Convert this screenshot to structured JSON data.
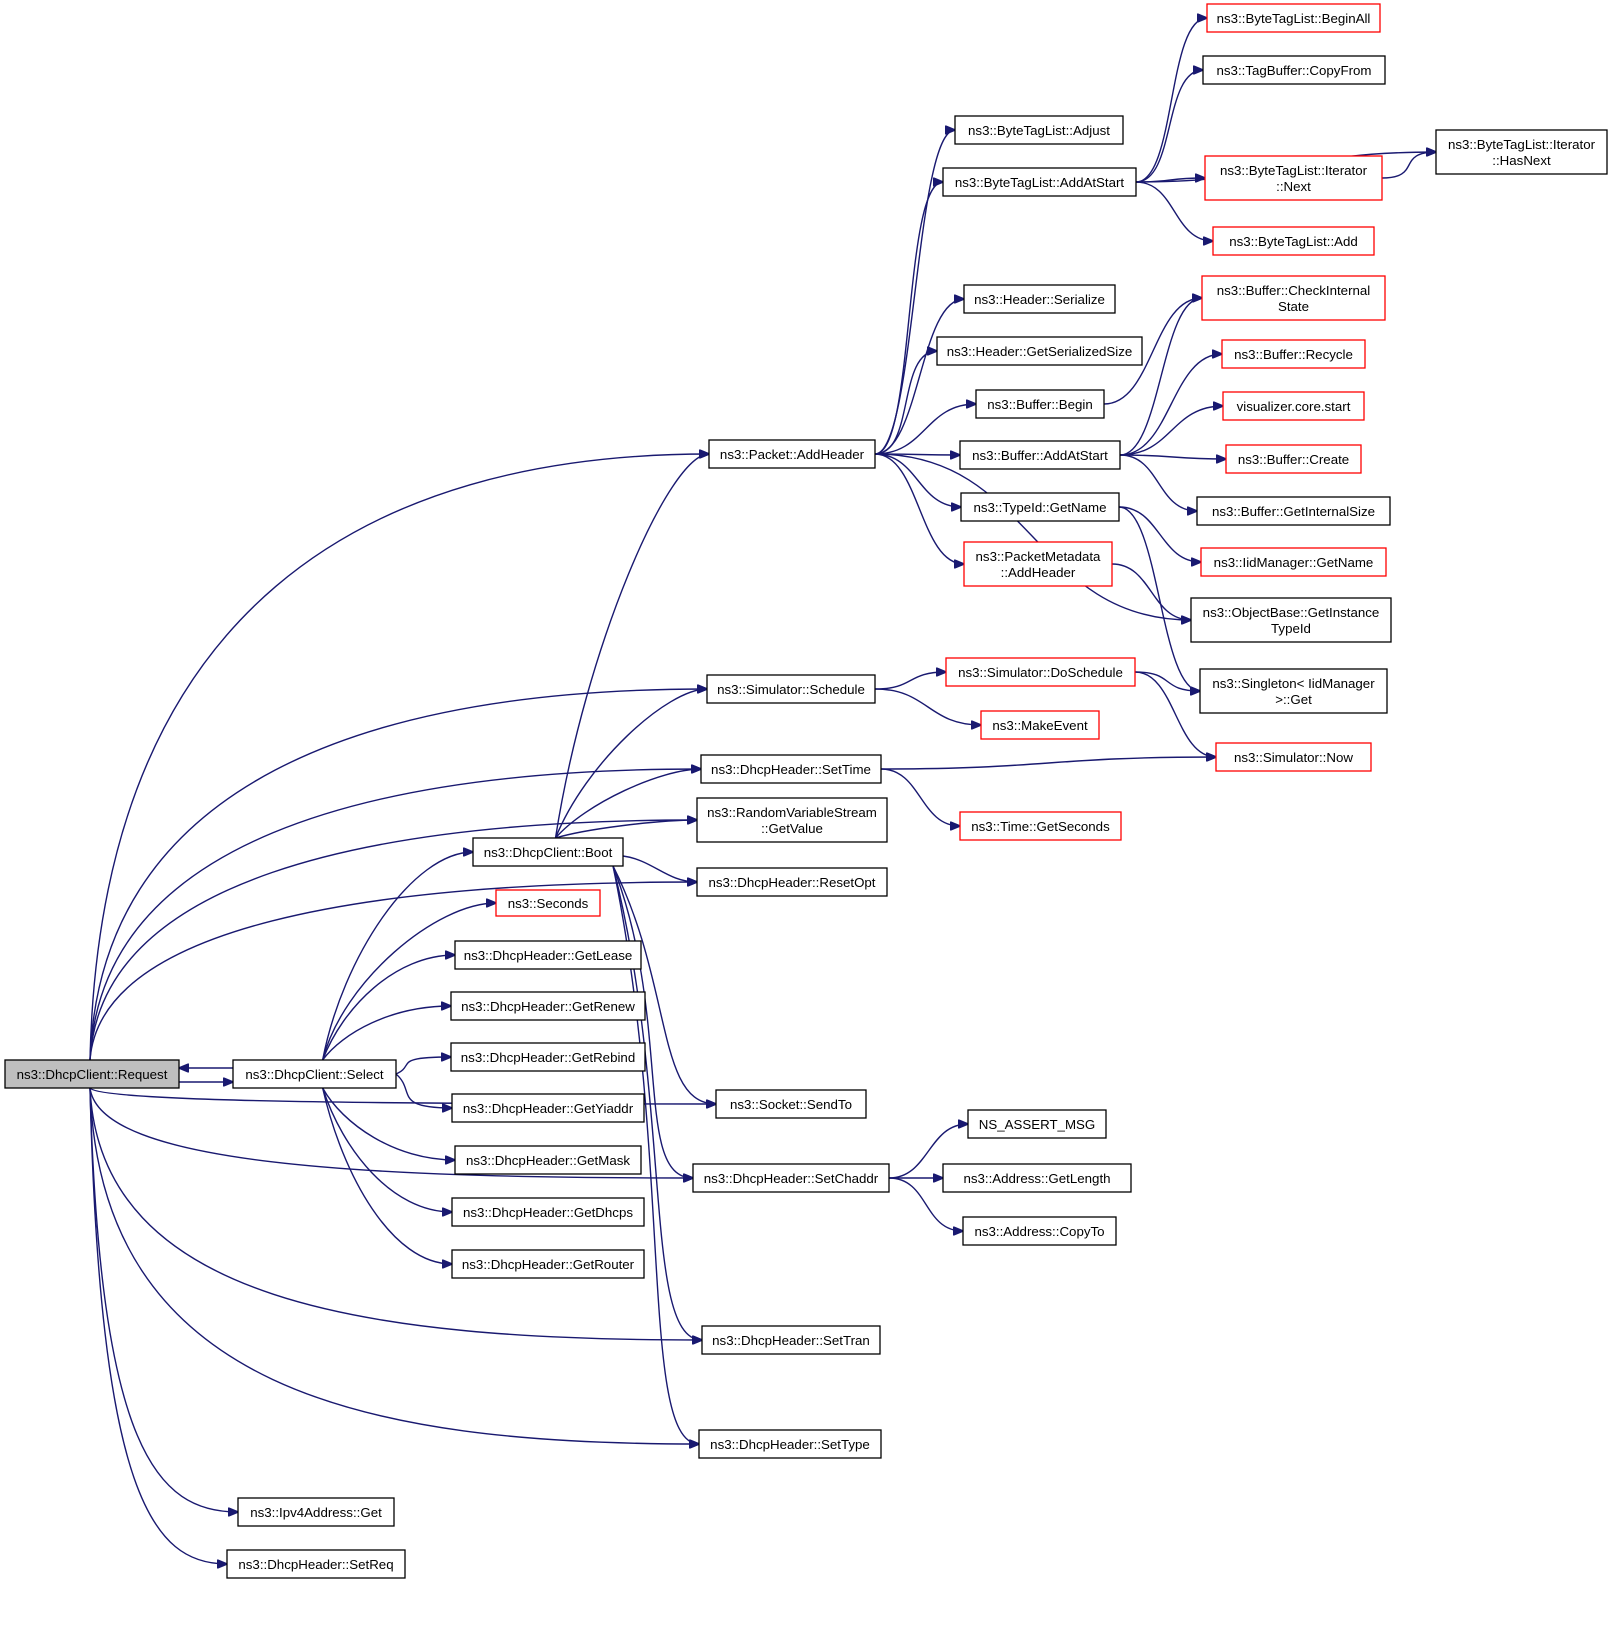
{
  "colors": {
    "edge": "#191970",
    "border": "#000000",
    "truncated_border": "#ff0000",
    "root_fill": "#bfbfbf",
    "background": "#ffffff"
  },
  "nodes": {
    "request": {
      "label": [
        "ns3::DhcpClient::Request"
      ],
      "style": "root"
    },
    "select": {
      "label": [
        "ns3::DhcpClient::Select"
      ],
      "style": "normal"
    },
    "boot": {
      "label": [
        "ns3::DhcpClient::Boot"
      ],
      "style": "normal"
    },
    "seconds": {
      "label": [
        "ns3::Seconds"
      ],
      "style": "red"
    },
    "getlease": {
      "label": [
        "ns3::DhcpHeader::GetLease"
      ],
      "style": "normal"
    },
    "getrenew": {
      "label": [
        "ns3::DhcpHeader::GetRenew"
      ],
      "style": "normal"
    },
    "getrebind": {
      "label": [
        "ns3::DhcpHeader::GetRebind"
      ],
      "style": "normal"
    },
    "getyiaddr": {
      "label": [
        "ns3::DhcpHeader::GetYiaddr"
      ],
      "style": "normal"
    },
    "getmask": {
      "label": [
        "ns3::DhcpHeader::GetMask"
      ],
      "style": "normal"
    },
    "getdhcps": {
      "label": [
        "ns3::DhcpHeader::GetDhcps"
      ],
      "style": "normal"
    },
    "getrouter": {
      "label": [
        "ns3::DhcpHeader::GetRouter"
      ],
      "style": "normal"
    },
    "ipv4get": {
      "label": [
        "ns3::Ipv4Address::Get"
      ],
      "style": "normal"
    },
    "setreq": {
      "label": [
        "ns3::DhcpHeader::SetReq"
      ],
      "style": "normal"
    },
    "addheader": {
      "label": [
        "ns3::Packet::AddHeader"
      ],
      "style": "normal"
    },
    "schedule": {
      "label": [
        "ns3::Simulator::Schedule"
      ],
      "style": "normal"
    },
    "settime": {
      "label": [
        "ns3::DhcpHeader::SetTime"
      ],
      "style": "normal"
    },
    "getvalue": {
      "label": [
        "ns3::RandomVariableStream",
        "::GetValue"
      ],
      "style": "normal"
    },
    "resetopt": {
      "label": [
        "ns3::DhcpHeader::ResetOpt"
      ],
      "style": "normal"
    },
    "sendto": {
      "label": [
        "ns3::Socket::SendTo"
      ],
      "style": "normal"
    },
    "setchaddr": {
      "label": [
        "ns3::DhcpHeader::SetChaddr"
      ],
      "style": "normal"
    },
    "settran": {
      "label": [
        "ns3::DhcpHeader::SetTran"
      ],
      "style": "normal"
    },
    "settype": {
      "label": [
        "ns3::DhcpHeader::SetType"
      ],
      "style": "normal"
    },
    "adjust": {
      "label": [
        "ns3::ByteTagList::Adjust"
      ],
      "style": "normal"
    },
    "addatstart_btl": {
      "label": [
        "ns3::ByteTagList::AddAtStart"
      ],
      "style": "normal"
    },
    "serialize": {
      "label": [
        "ns3::Header::Serialize"
      ],
      "style": "normal"
    },
    "getserializedsize": {
      "label": [
        "ns3::Header::GetSerializedSize"
      ],
      "style": "normal"
    },
    "buffer_begin": {
      "label": [
        "ns3::Buffer::Begin"
      ],
      "style": "normal"
    },
    "buffer_addatstart": {
      "label": [
        "ns3::Buffer::AddAtStart"
      ],
      "style": "normal"
    },
    "typeid_getname": {
      "label": [
        "ns3::TypeId::GetName"
      ],
      "style": "normal"
    },
    "pm_addheader": {
      "label": [
        "ns3::PacketMetadata",
        "::AddHeader"
      ],
      "style": "red"
    },
    "doschedule": {
      "label": [
        "ns3::Simulator::DoSchedule"
      ],
      "style": "red"
    },
    "makeevent": {
      "label": [
        "ns3::MakeEvent"
      ],
      "style": "red"
    },
    "time_getseconds": {
      "label": [
        "ns3::Time::GetSeconds"
      ],
      "style": "red"
    },
    "ns_assert_msg": {
      "label": [
        "NS_ASSERT_MSG"
      ],
      "style": "normal"
    },
    "address_getlength": {
      "label": [
        "ns3::Address::GetLength"
      ],
      "style": "normal"
    },
    "address_copyto": {
      "label": [
        "ns3::Address::CopyTo"
      ],
      "style": "normal"
    },
    "beginall": {
      "label": [
        "ns3::ByteTagList::BeginAll"
      ],
      "style": "red"
    },
    "copyfrom": {
      "label": [
        "ns3::TagBuffer::CopyFrom"
      ],
      "style": "normal"
    },
    "iter_next": {
      "label": [
        "ns3::ByteTagList::Iterator",
        "::Next"
      ],
      "style": "red"
    },
    "btl_add": {
      "label": [
        "ns3::ByteTagList::Add"
      ],
      "style": "red"
    },
    "checkinternalstate": {
      "label": [
        "ns3::Buffer::CheckInternal",
        "State"
      ],
      "style": "red"
    },
    "recycle": {
      "label": [
        "ns3::Buffer::Recycle"
      ],
      "style": "red"
    },
    "vis_start": {
      "label": [
        "visualizer.core.start"
      ],
      "style": "red"
    },
    "buffer_create": {
      "label": [
        "ns3::Buffer::Create"
      ],
      "style": "red"
    },
    "getinternalsize": {
      "label": [
        "ns3::Buffer::GetInternalSize"
      ],
      "style": "normal"
    },
    "iidmanager_getname": {
      "label": [
        "ns3::IidManager::GetName"
      ],
      "style": "red"
    },
    "getinstancetypeid": {
      "label": [
        "ns3::ObjectBase::GetInstance",
        "TypeId"
      ],
      "style": "normal"
    },
    "singleton_get": {
      "label": [
        "ns3::Singleton< IidManager",
        ">::Get"
      ],
      "style": "normal"
    },
    "sim_now": {
      "label": [
        "ns3::Simulator::Now"
      ],
      "style": "red"
    },
    "iter_hasnext": {
      "label": [
        "ns3::ByteTagList::Iterator",
        "::HasNext"
      ],
      "style": "normal"
    }
  },
  "edges": [
    [
      "request",
      "select"
    ],
    [
      "select",
      "request"
    ],
    [
      "request",
      "addheader"
    ],
    [
      "request",
      "schedule"
    ],
    [
      "request",
      "settime"
    ],
    [
      "request",
      "getvalue"
    ],
    [
      "request",
      "resetopt"
    ],
    [
      "request",
      "sendto"
    ],
    [
      "request",
      "setchaddr"
    ],
    [
      "request",
      "settran"
    ],
    [
      "request",
      "settype"
    ],
    [
      "request",
      "ipv4get"
    ],
    [
      "request",
      "setreq"
    ],
    [
      "select",
      "boot"
    ],
    [
      "select",
      "seconds"
    ],
    [
      "select",
      "getlease"
    ],
    [
      "select",
      "getrenew"
    ],
    [
      "select",
      "getrebind"
    ],
    [
      "select",
      "getyiaddr"
    ],
    [
      "select",
      "getmask"
    ],
    [
      "select",
      "getdhcps"
    ],
    [
      "select",
      "getrouter"
    ],
    [
      "boot",
      "addheader"
    ],
    [
      "boot",
      "schedule"
    ],
    [
      "boot",
      "settime"
    ],
    [
      "boot",
      "getvalue"
    ],
    [
      "boot",
      "resetopt"
    ],
    [
      "boot",
      "sendto"
    ],
    [
      "boot",
      "setchaddr"
    ],
    [
      "boot",
      "settran"
    ],
    [
      "boot",
      "settype"
    ],
    [
      "addheader",
      "adjust"
    ],
    [
      "addheader",
      "addatstart_btl"
    ],
    [
      "addheader",
      "serialize"
    ],
    [
      "addheader",
      "getserializedsize"
    ],
    [
      "addheader",
      "buffer_begin"
    ],
    [
      "addheader",
      "buffer_addatstart"
    ],
    [
      "addheader",
      "typeid_getname"
    ],
    [
      "addheader",
      "pm_addheader"
    ],
    [
      "addheader",
      "getinstancetypeid"
    ],
    [
      "addatstart_btl",
      "beginall"
    ],
    [
      "addatstart_btl",
      "copyfrom"
    ],
    [
      "addatstart_btl",
      "iter_hasnext"
    ],
    [
      "addatstart_btl",
      "iter_next"
    ],
    [
      "addatstart_btl",
      "btl_add"
    ],
    [
      "iter_next",
      "iter_hasnext"
    ],
    [
      "buffer_begin",
      "checkinternalstate"
    ],
    [
      "buffer_addatstart",
      "checkinternalstate"
    ],
    [
      "buffer_addatstart",
      "recycle"
    ],
    [
      "buffer_addatstart",
      "vis_start"
    ],
    [
      "buffer_addatstart",
      "buffer_create"
    ],
    [
      "buffer_addatstart",
      "getinternalsize"
    ],
    [
      "typeid_getname",
      "iidmanager_getname"
    ],
    [
      "typeid_getname",
      "singleton_get"
    ],
    [
      "pm_addheader",
      "getinstancetypeid"
    ],
    [
      "schedule",
      "doschedule"
    ],
    [
      "schedule",
      "makeevent"
    ],
    [
      "doschedule",
      "singleton_get"
    ],
    [
      "doschedule",
      "sim_now"
    ],
    [
      "settime",
      "sim_now"
    ],
    [
      "settime",
      "time_getseconds"
    ],
    [
      "setchaddr",
      "ns_assert_msg"
    ],
    [
      "setchaddr",
      "address_getlength"
    ],
    [
      "setchaddr",
      "address_copyto"
    ]
  ]
}
